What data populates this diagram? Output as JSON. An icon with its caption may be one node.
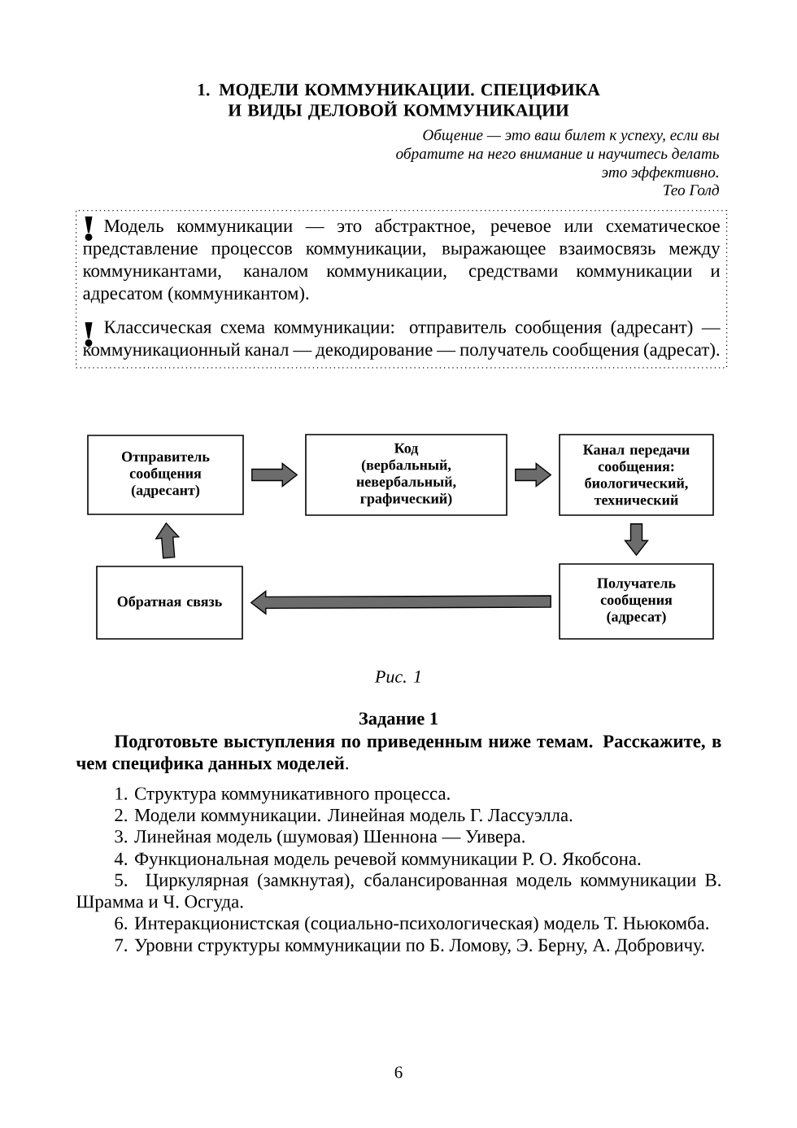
{
  "diagram": {
    "title": "1. МОДЕЛИ КОММУНИКАЦИИ. СПЕЦИФИКА И ВИДЫ ДЕЛОВОЙ КОММУНИКАЦИИ",
    "caption": "Рис. 1",
    "nodes": [
      {
        "text": [
          "Модель коммуникации — это абстрактное, речевое или схематическое представление процессов коммуникации, выражающее взаимосвязь между коммуникантами, каналом коммуникации, средствами коммуникации и адресатом (коммуникантом).",
          "Классическая схема коммуникации: отправитель сообщения (адресант) — коммуникационный канал — декодирование — получатель сообщения (адресат)."
        ]
      },
      {
        "text": [
          "Отправитель сообщения (адресант)"
        ]
      },
      {
        "text": [
          "Код (вербальный, невербальный, графический)"
        ]
      },
      {
        "text": [
          "Канал передачи сообщения: биологический, технический"
        ]
      },
      {
        "text": [
          "Получатель сообщения (адресат)"
        ]
      },
      {
        "text": [
          "Обратная связь"
        ]
      }
    ],
    "edges": [
      {
        "from": 1,
        "to": 2,
        "arrow": "to"
      },
      {
        "from": 2,
        "to": 3,
        "arrow": "to"
      },
      {
        "from": 3,
        "to": 4,
        "arrow": "to"
      },
      {
        "from": 4,
        "to": 5,
        "arrow": "to"
      },
      {
        "from": 5,
        "to": 1,
        "arrow": "to"
      }
    ],
    "labels": [
      "Общение — это ваш билет к успеху, если вы обратите на него внимание и научитесь делать это эффективно.",
      "Тео Голд",
      "Задание 1",
      "**Подготовьте выступления по приведенным ниже темам. Расскажите, в чем специфика данных моделей**.",
      "1. Структура коммуникативного процесса.",
      "2. Модели коммуникации. Линейная модель Г. Лассуэлла.",
      "3. Линейная модель (шумовая) Шеннона — Уивера.",
      "4. Функциональная модель речевой коммуникации Р. О. Якобсона.",
      "5. Циркулярная (замкнутая), сбалансированная модель коммуникации В. Шрамма и Ч. Осгуда.",
      "6. Интеракционистская (социально-психологическая) модель Т. Ньюкомба.",
      "7. Уровни структуры коммуникации по Б. Ломову, Э. Берну, А. Добровичу.",
      "6"
    ]
  }
}
